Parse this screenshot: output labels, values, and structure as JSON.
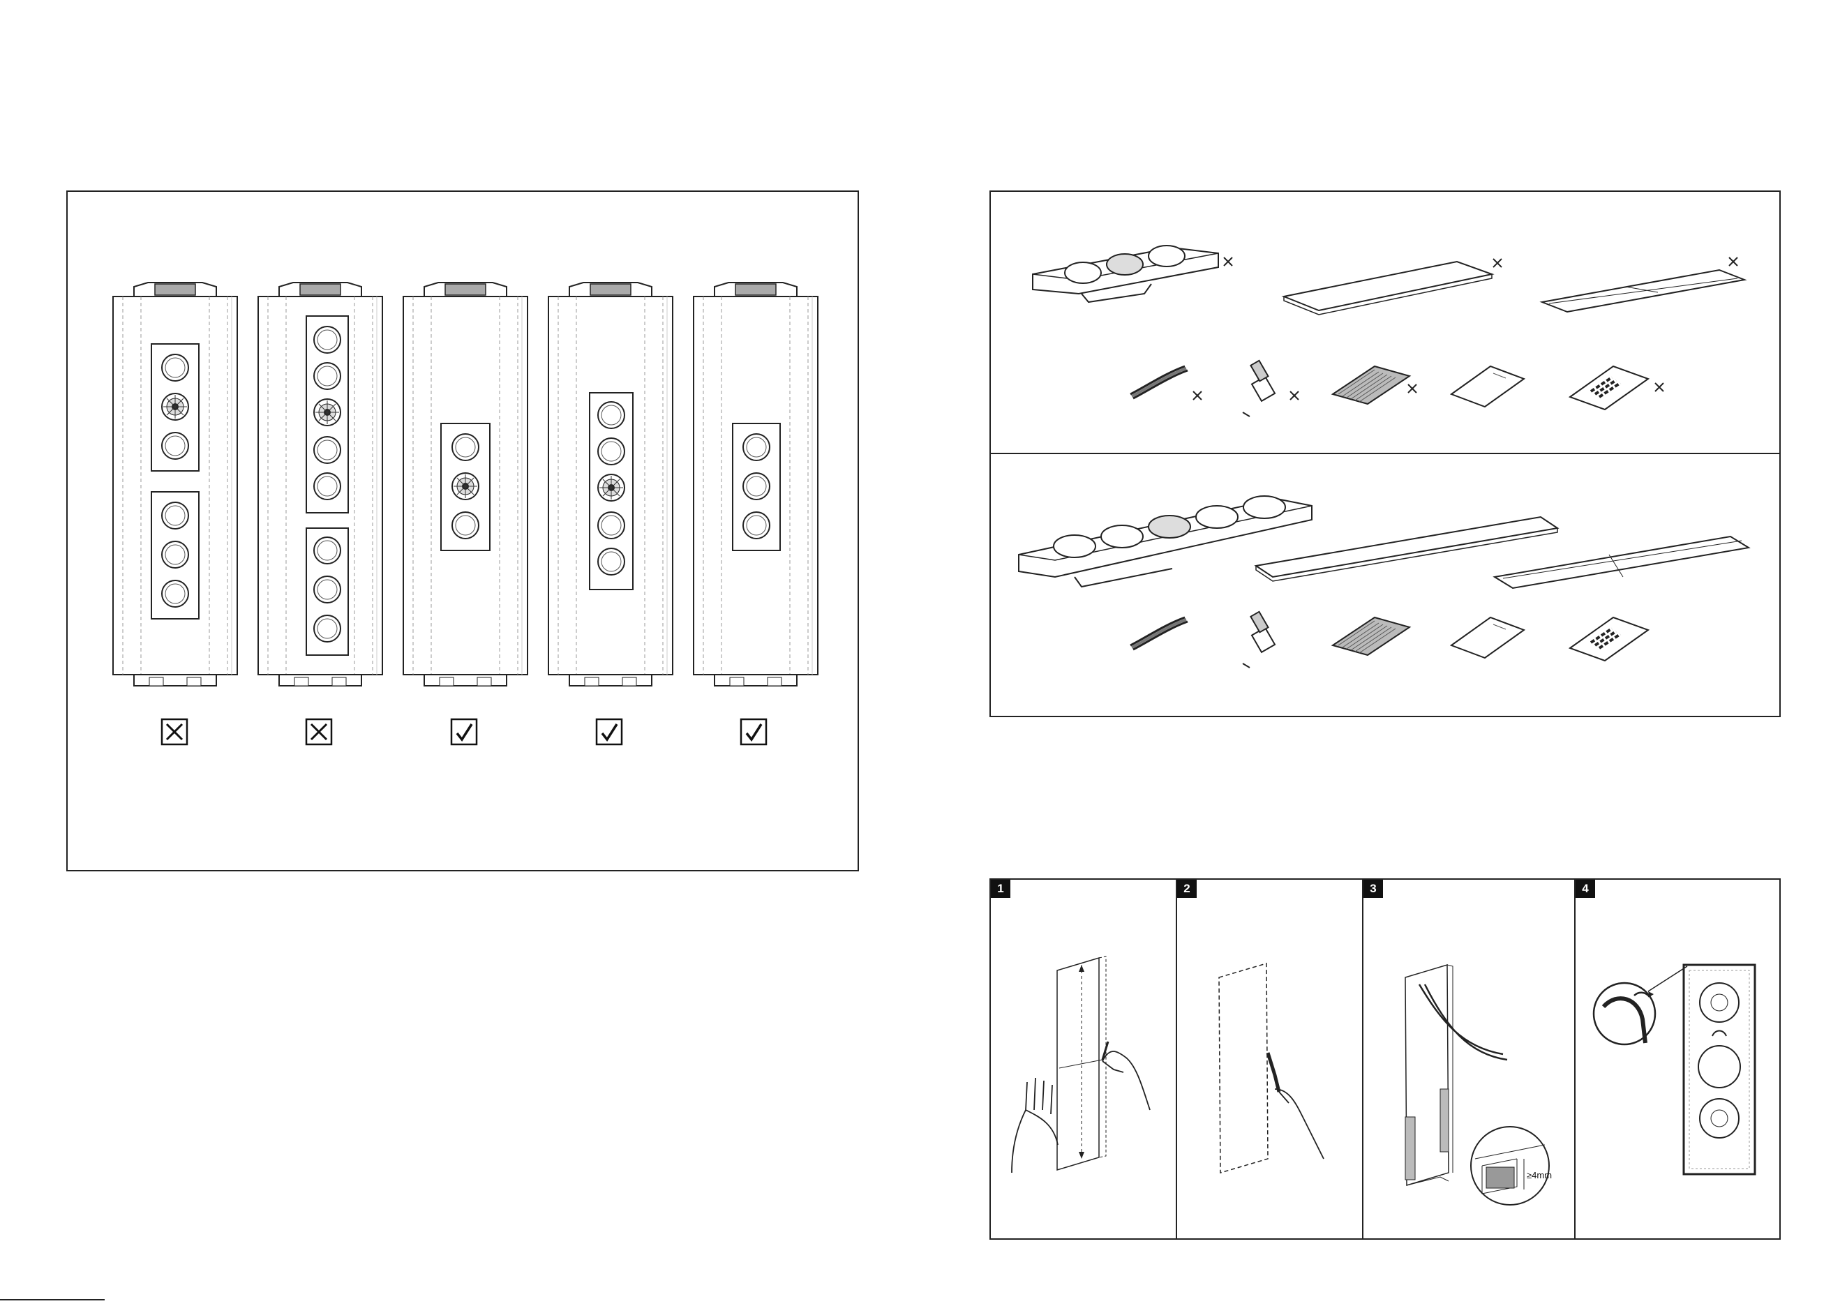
{
  "steps": [
    {
      "number": "1"
    },
    {
      "number": "2"
    },
    {
      "number": "3",
      "gap_label": "≥4mm"
    },
    {
      "number": "4"
    }
  ],
  "placement": {
    "verdicts": [
      "cross",
      "cross",
      "check",
      "check",
      "check"
    ]
  },
  "icons": {
    "cross": "cross-icon",
    "check": "check-icon"
  }
}
